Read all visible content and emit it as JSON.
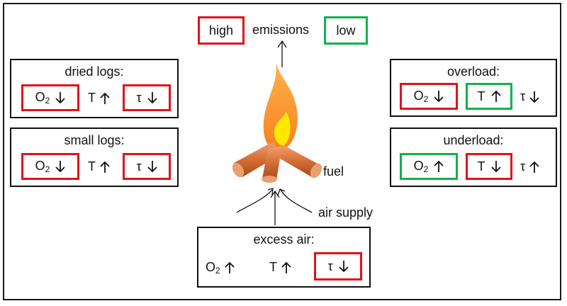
{
  "header": {
    "high": "high",
    "emissions": "emissions",
    "low": "low"
  },
  "center": {
    "fuel": "fuel",
    "air_supply": "air supply"
  },
  "boxes": {
    "dried_logs": {
      "title": "dried logs:",
      "o": "O",
      "sub": "2",
      "t": "T",
      "tau": "τ"
    },
    "small_logs": {
      "title": "small logs:",
      "o": "O",
      "sub": "2",
      "t": "T",
      "tau": "τ"
    },
    "overload": {
      "title": "overload:",
      "o": "O",
      "sub": "2",
      "t": "T",
      "tau": "τ"
    },
    "underload": {
      "title": "underload:",
      "o": "O",
      "sub": "2",
      "t": "T",
      "tau": "τ"
    },
    "excess_air": {
      "title": "excess air:",
      "o": "O",
      "sub": "2",
      "t": "T",
      "tau": "τ"
    }
  },
  "colors": {
    "high": "#e1121b",
    "low": "#11b24a"
  }
}
